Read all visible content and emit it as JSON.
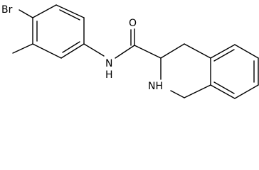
{
  "molecule": {
    "atom_labels": {
      "bromine": "Br",
      "oxygen": "O",
      "amide_nitrogen": "N",
      "amide_hydrogen": "H",
      "ring_nitrogen": "NH"
    }
  },
  "colors": {
    "bond": "#000000",
    "label": "#000000",
    "background": "#ffffff"
  }
}
